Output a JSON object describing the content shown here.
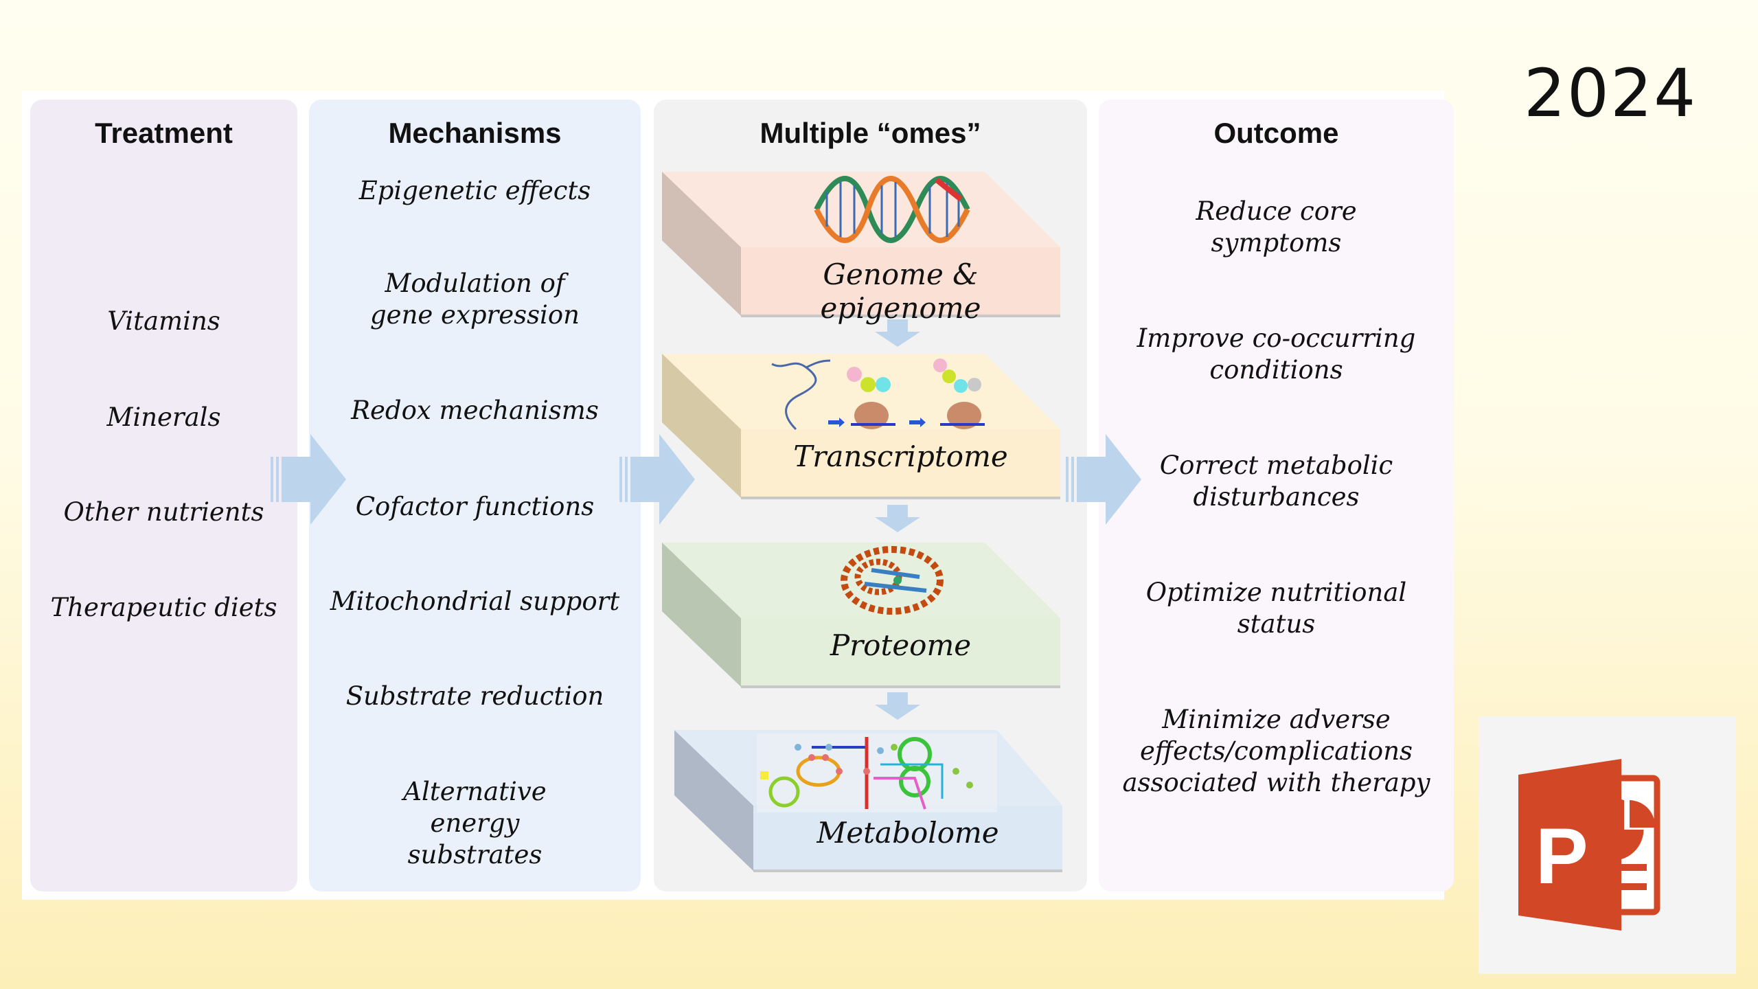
{
  "year": "2024",
  "columns": {
    "treatment": {
      "title": "Treatment",
      "items": [
        "Vitamins",
        "Minerals",
        "Other nutrients",
        "Therapeutic diets"
      ]
    },
    "mechanisms": {
      "title": "Mechanisms",
      "items": [
        "Epigenetic effects",
        "Modulation of gene expression",
        "Redox mechanisms",
        "Cofactor functions",
        "Mitochondrial support",
        "Substrate reduction",
        "Alternative energy substrates"
      ]
    },
    "omes": {
      "title": "Multiple “omes”",
      "layers": [
        {
          "label": "Genome & epigenome",
          "image": "dna-double-helix",
          "color": "#fbe6dc"
        },
        {
          "label": "Transcriptome",
          "image": "rna-translation",
          "color": "#fdf0d2"
        },
        {
          "label": "Proteome",
          "image": "protein-structure",
          "color": "#e4efdc"
        },
        {
          "label": "Metabolome",
          "image": "metabolic-pathway-map",
          "color": "#dde8f5"
        }
      ]
    },
    "outcome": {
      "title": "Outcome",
      "items": [
        "Reduce core symptoms",
        "Improve co-occurring conditions",
        "Correct metabolic disturbances",
        "Optimize nutritional status",
        "Minimize adverse effects/complications associated with therapy"
      ]
    }
  },
  "colors": {
    "arrow": "#bcd5ec",
    "ppt_orange": "#d24726"
  },
  "logo": {
    "name": "powerpoint-logo",
    "letter": "P"
  }
}
